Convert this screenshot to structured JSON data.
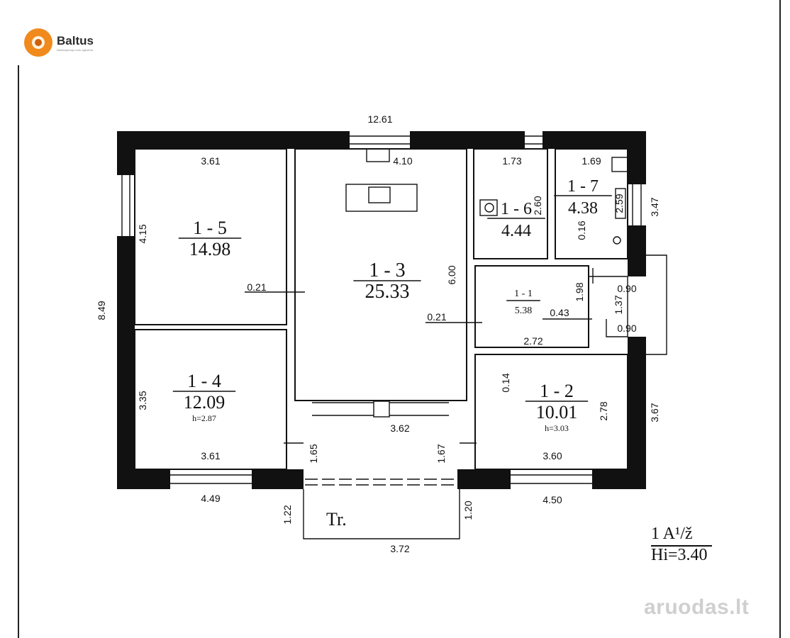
{
  "logo": {
    "name": "Baltus",
    "tagline": "Nekilnojamojo turto agentūra",
    "icon": "sun-icon"
  },
  "watermark": {
    "text": "aruodas.lt"
  },
  "legend": {
    "line1": "1 A¹/ž",
    "line2": "Hi=3.40"
  },
  "rooms": [
    {
      "id": "1 - 5",
      "area": "14.98"
    },
    {
      "id": "1 - 3",
      "area": "25.33"
    },
    {
      "id": "1 - 6",
      "area": "4.44"
    },
    {
      "id": "1 - 7",
      "area": "4.38"
    },
    {
      "id": "1 - 1",
      "area": "5.38"
    },
    {
      "id": "1 - 4",
      "area": "12.09",
      "height": "h=2.87"
    },
    {
      "id": "1 - 2",
      "area": "10.01",
      "height": "h=3.03"
    }
  ],
  "terrace_label": "Tr.",
  "dimensions": [
    "12.61",
    "3.61",
    "4.10",
    "1.73",
    "1.69",
    "2.60",
    "2.59",
    "3.47",
    "4.15",
    "0.16",
    "0.21",
    "6.00",
    "1.98",
    "0.90",
    "1.37",
    "0.90",
    "0.21",
    "0.43",
    "8.49",
    "2.72",
    "0.14",
    "3.35",
    "3.62",
    "2.78",
    "3.67",
    "1.65",
    "1.67",
    "3.61",
    "3.60",
    "4.49",
    "4.50",
    "1.22",
    "1.20",
    "3.72"
  ],
  "colors": {
    "ink": "#111111",
    "watermark": "#cfcfcf",
    "logo_orange": "#f08a1c"
  }
}
